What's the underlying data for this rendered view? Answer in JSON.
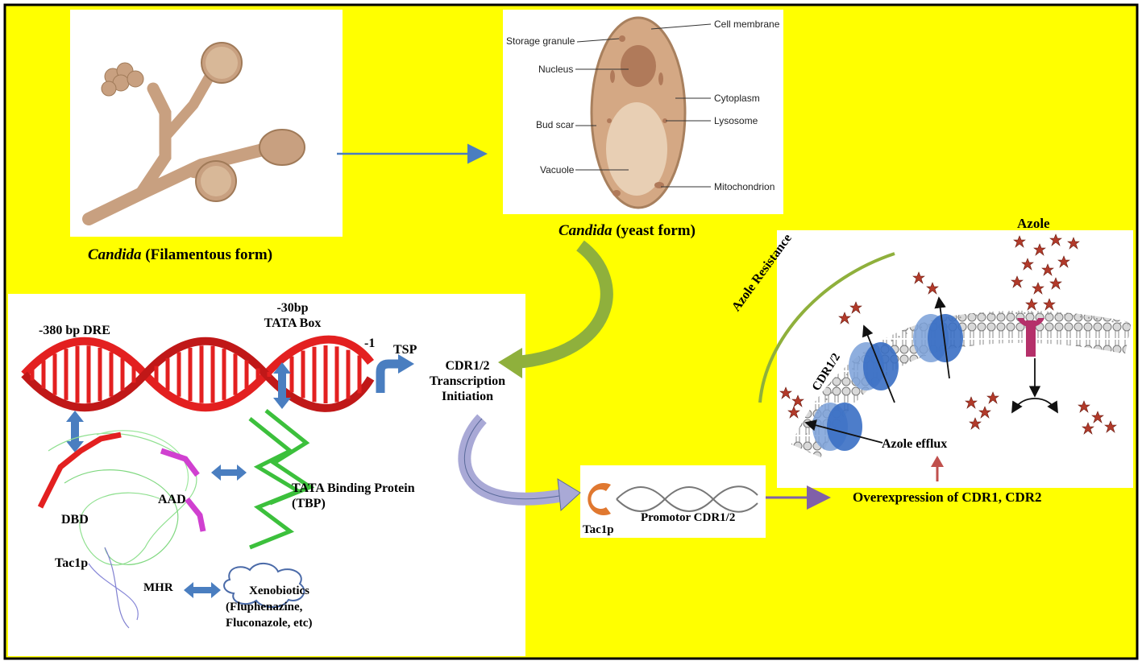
{
  "colors": {
    "background": "#ffff00",
    "border": "#000000",
    "panel": "#ffffff",
    "dna_red": "#e32020",
    "arrow_blue": "#4a7ec0",
    "arrow_green": "#8fb03c",
    "arrow_lilac": "#a9a9d6",
    "arrow_purple": "#8060a8",
    "arrow_red": "#c0504d",
    "membrane_grey": "#b8b8b8",
    "pump_blue": "#3a6fc4",
    "azole_red": "#b23a2a",
    "receptor_magenta": "#b5306a",
    "tac1p_orange": "#e07830",
    "cell_tan": "#d4a884",
    "hyphae_tan": "#c8a080"
  },
  "panels": {
    "filamentous": {
      "caption_italic": "Candida",
      "caption_rest": " (Filamentous form)"
    },
    "yeast": {
      "caption_italic": "Candida",
      "caption_rest": " (yeast form)",
      "labels": {
        "storage_granule": "Storage granule",
        "nucleus": "Nucleus",
        "bud_scar": "Bud scar",
        "vacuole": "Vacuole",
        "cell_membrane": "Cell membrane",
        "cytoplasm": "Cytoplasm",
        "lysosome": "Lysosome",
        "mitochondrion": "Mitochondrion"
      }
    },
    "promoter": {
      "dre": "-380 bp DRE",
      "tata_line1": "-30bp",
      "tata_line2": "TATA Box",
      "minus_one": "-1",
      "tsp": "TSP",
      "cdr_line1": "CDR1/2",
      "cdr_line2": "Transcription",
      "cdr_line3": "Initiation",
      "tbp_line1": "TATA Binding Protein",
      "tbp_line2": "(TBP)",
      "dbd": "DBD",
      "aad": "AAD",
      "tac1p": "Tac1p",
      "mhr": "MHR",
      "xeno_line1": "Xenobiotics",
      "xeno_line2": "(Fluphenazine,",
      "xeno_line3": "Fluconazole, etc)"
    },
    "tac_promoter": {
      "tac1p": "Tac1p",
      "promotor": "Promotor CDR1/2"
    },
    "membrane": {
      "azole": "Azole",
      "azole_resistance": "Azole Resistance",
      "cdr12": "CDR1/2",
      "azole_efflux": "Azole efflux",
      "overexpression": "Overexpression of CDR1, CDR2"
    }
  }
}
